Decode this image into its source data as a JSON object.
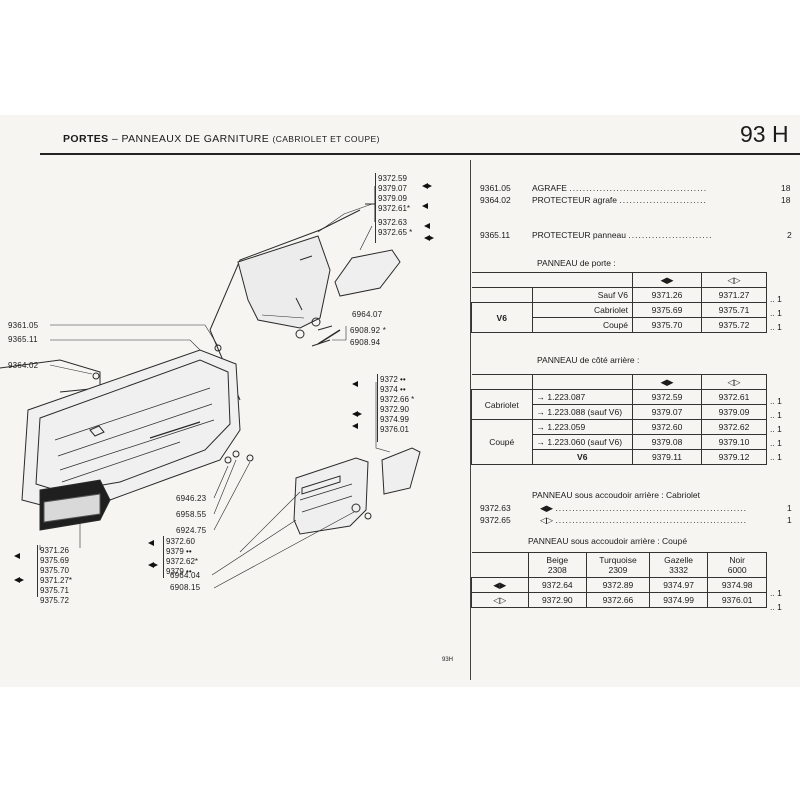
{
  "header": {
    "section": "PORTES",
    "dash": "–",
    "title": "PANNEAUX DE GARNITURE",
    "subtitle": "(CABRIOLET ET COUPE)",
    "page": "93 H"
  },
  "diagram": {
    "top_group": [
      "9372.59",
      "9379.07",
      "9379.09",
      "9372.61*",
      "9372.63",
      "9372.65 *"
    ],
    "left_refs": [
      "9361.05",
      "9365.11",
      "9364.02"
    ],
    "mid_refs": [
      "6964.07",
      "6908.92 *",
      "6908.94"
    ],
    "right_group": [
      "9372 ••",
      "9374 ••",
      "9372.66 *",
      "9372.90",
      "9374.99",
      "9376.01"
    ],
    "lower_refs": [
      "6946.23",
      "6958.55",
      "6924.75"
    ],
    "lower_group": [
      "9372.60",
      "9379 ••",
      "9372.62*",
      "9379 ••"
    ],
    "bottom_refs": [
      "6964.04",
      "6908.15"
    ],
    "left_group": [
      "9371.26",
      "9375.69",
      "9375.70",
      "9371.27*",
      "9375.71",
      "9375.72"
    ]
  },
  "parts": [
    {
      "ref": "9361.05",
      "name": "AGRAFE",
      "qty": "18"
    },
    {
      "ref": "9364.02",
      "name": "PROTECTEUR agrafe",
      "qty": "18"
    },
    {
      "ref": "9365.11",
      "name": "PROTECTEUR panneau",
      "qty": "2"
    }
  ],
  "porte": {
    "title": "PANNEAU de porte :",
    "rows": [
      {
        "a": "",
        "b": "Sauf V6",
        "l": "9371.26",
        "r": "9371.27",
        "q": "1"
      },
      {
        "a": "V6",
        "b": "Cabriolet",
        "l": "9375.69",
        "r": "9375.71",
        "q": "1"
      },
      {
        "a": "",
        "b": "Coupé",
        "l": "9375.70",
        "r": "9375.72",
        "q": "1"
      }
    ]
  },
  "arriere": {
    "title": "PANNEAU de côté arrière :",
    "rows": [
      {
        "a": "Cabriolet",
        "b": "1.223.087",
        "l": "9372.59",
        "r": "9372.61",
        "q": "1"
      },
      {
        "a": "",
        "b": "1.223.088 (sauf V6)",
        "l": "9379.07",
        "r": "9379.09",
        "q": "1"
      },
      {
        "a": "Coupé",
        "b": "1.223.059",
        "l": "9372.60",
        "r": "9372.62",
        "q": "1"
      },
      {
        "a": "",
        "b": "1.223.060 (sauf V6)",
        "l": "9379.08",
        "r": "9379.10",
        "q": "1"
      },
      {
        "a": "",
        "b": "V6",
        "l": "9379.11",
        "r": "9379.12",
        "q": "1"
      }
    ]
  },
  "accoudoir_cab": {
    "title": "PANNEAU sous accoudoir arrière : Cabriolet",
    "refs": [
      "9372.63",
      "9372.65"
    ],
    "qty": [
      "1",
      "1"
    ]
  },
  "accoudoir_coupe": {
    "title": "PANNEAU sous accoudoir arrière : Coupé",
    "cols": [
      {
        "name": "Beige",
        "code": "2308"
      },
      {
        "name": "Turquoise",
        "code": "2309"
      },
      {
        "name": "Gazelle",
        "code": "3332"
      },
      {
        "name": "Noir",
        "code": "6000"
      }
    ],
    "row1": [
      "9372.64",
      "9372.89",
      "9374.97",
      "9374.98"
    ],
    "row2": [
      "9372.90",
      "9372.66",
      "9374.99",
      "9376.01"
    ],
    "qty": [
      "1",
      "1"
    ]
  },
  "footer": "93H"
}
